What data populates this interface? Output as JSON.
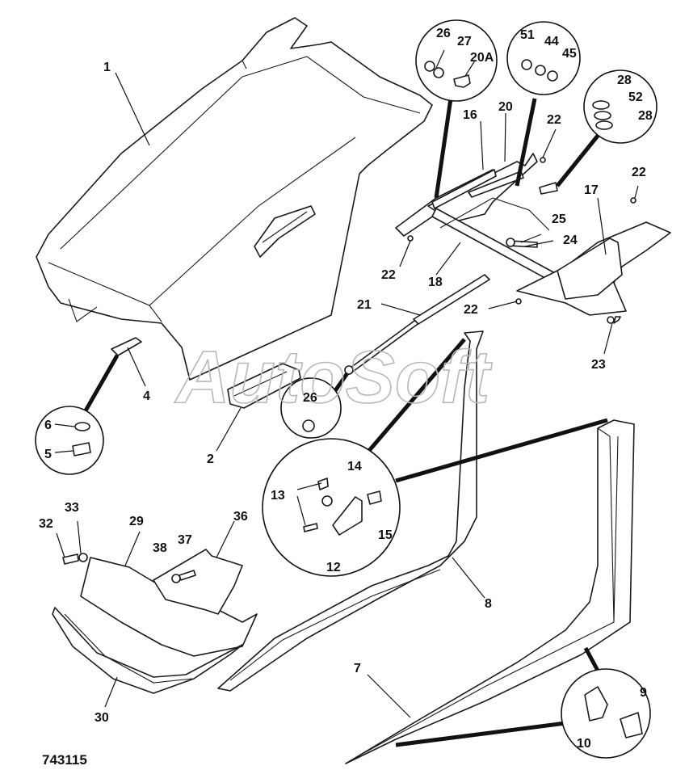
{
  "diagram": {
    "reference_number": "743115",
    "watermark": "AutoSoft",
    "part_labels": {
      "p1": "1",
      "p2": "2",
      "p4": "4",
      "p5": "5",
      "p6": "6",
      "p7": "7",
      "p8": "8",
      "p9": "9",
      "p10": "10",
      "p12": "12",
      "p13": "13",
      "p14": "14",
      "p15": "15",
      "p16": "16",
      "p17": "17",
      "p18": "18",
      "p20": "20",
      "p20a": "20A",
      "p21": "21",
      "p22a": "22",
      "p22b": "22",
      "p22c": "22",
      "p22d": "22",
      "p23": "23",
      "p24": "24",
      "p25": "25",
      "p26a": "26",
      "p26b": "26",
      "p27": "27",
      "p28a": "28",
      "p28b": "28",
      "p29": "29",
      "p30": "30",
      "p32": "32",
      "p33": "33",
      "p36": "36",
      "p37": "37",
      "p38": "38",
      "p44": "44",
      "p45": "45",
      "p51": "51",
      "p52": "52"
    }
  }
}
